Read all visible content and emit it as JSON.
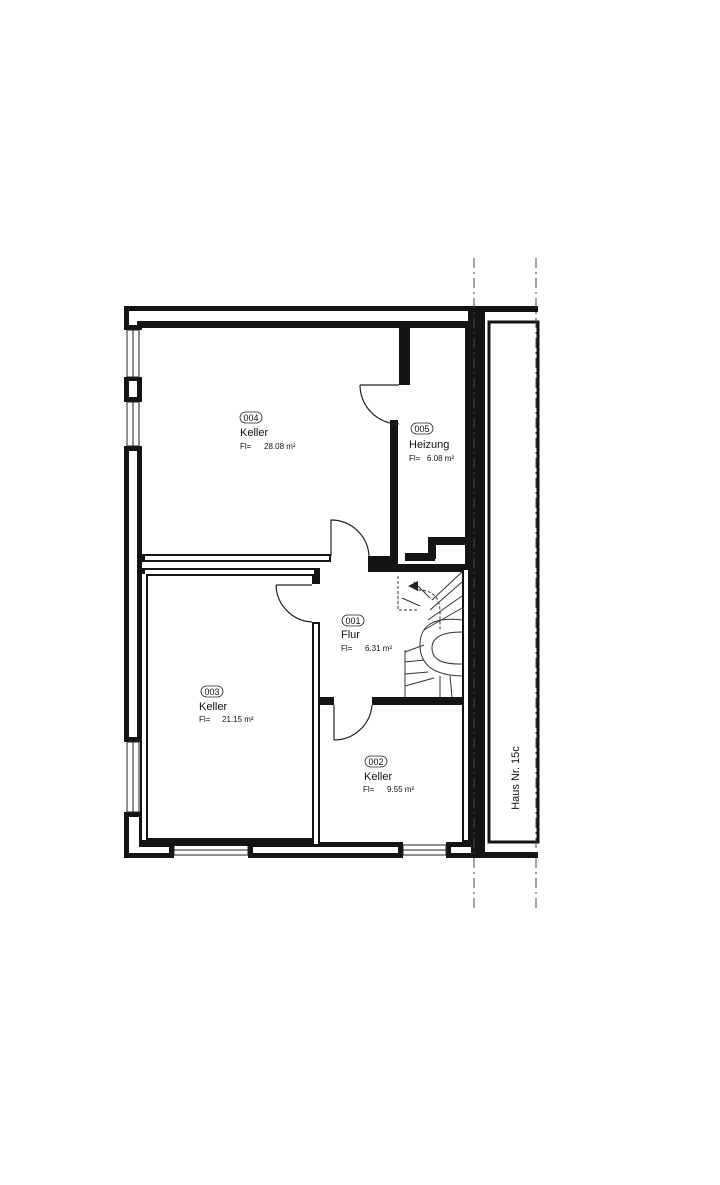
{
  "rooms": [
    {
      "id": "004",
      "name": "Keller",
      "area_label": "Fl=",
      "area": "28.08 m²"
    },
    {
      "id": "005",
      "name": "Heizung",
      "area_label": "Fl=",
      "area": "6.08 m²"
    },
    {
      "id": "001",
      "name": "Flur",
      "area_label": "Fl=",
      "area": "6.31 m²"
    },
    {
      "id": "003",
      "name": "Keller",
      "area_label": "Fl=",
      "area": "21.15 m²"
    },
    {
      "id": "002",
      "name": "Keller",
      "area_label": "Fl=",
      "area": "9.55 m²"
    }
  ],
  "neighbor_label": "Haus Nr. 15c",
  "colors": {
    "wall": "#141414",
    "line": "#222222",
    "background": "#ffffff"
  }
}
